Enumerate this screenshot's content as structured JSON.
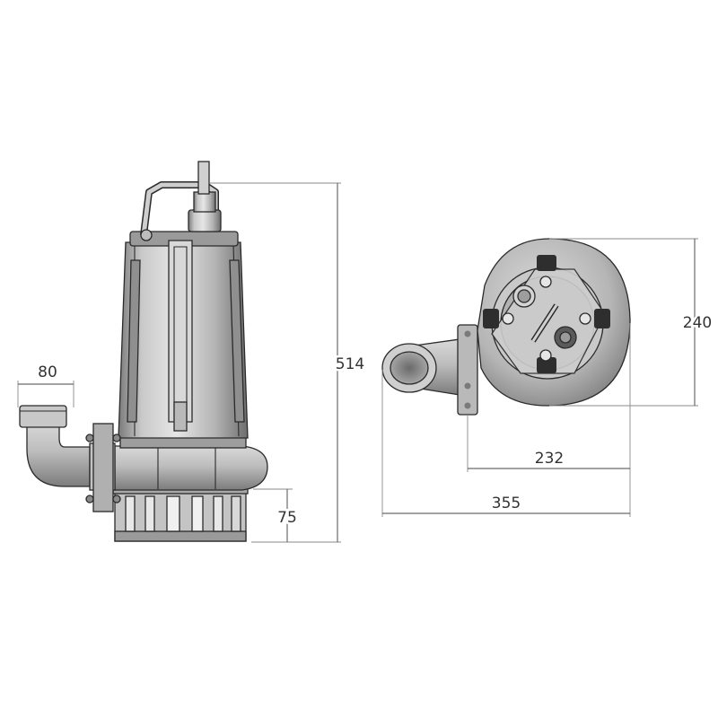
{
  "dimensions": {
    "outlet_width": "80",
    "total_height": "514",
    "base_height": "75",
    "top_depth": "240",
    "top_width_short": "232",
    "top_width_overall": "355"
  },
  "colors": {
    "body": "#bdbdbd",
    "body_dark": "#8c8c8c",
    "body_light": "#e2e2e2",
    "dimension": "#6b6b6b"
  }
}
